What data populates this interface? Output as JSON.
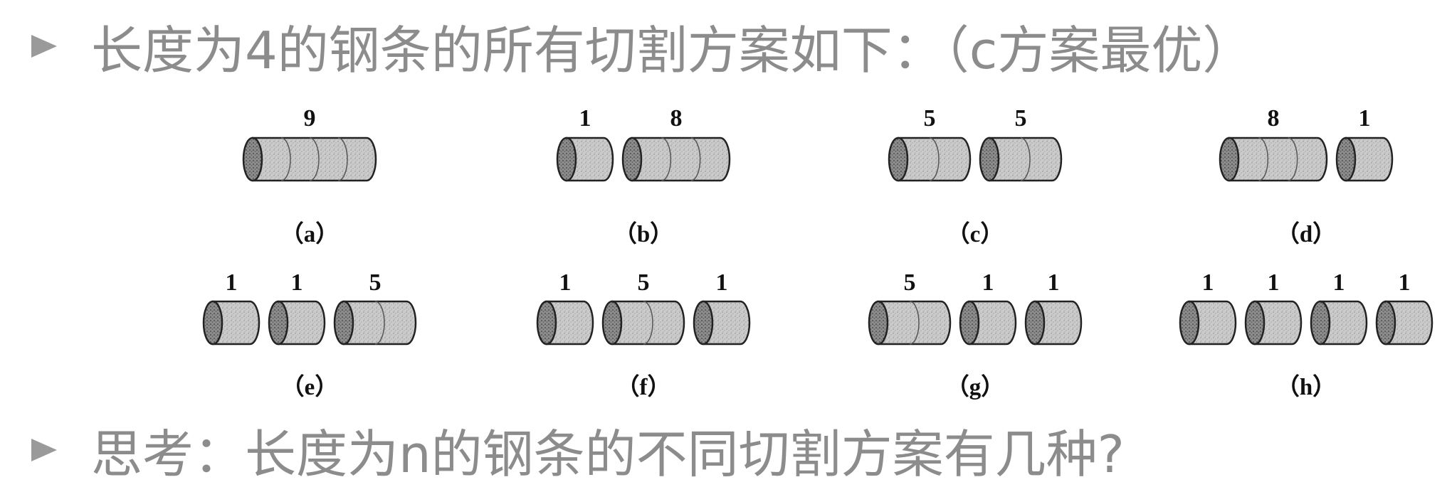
{
  "heading": "长度为4的钢条的所有切割方案如下：（c方案最优）",
  "question": "思考：长度为n的钢条的不同切割方案有几种?",
  "icons": {
    "bullet": "triangle-bullet-icon"
  },
  "colors": {
    "text_gray": "#8c8c8c",
    "rod_fill": "#c9c9c9",
    "rod_end": "#8a8a8a"
  },
  "schemes": [
    {
      "caption": "（a）",
      "pieces": [
        {
          "len": 4,
          "price": "9"
        }
      ]
    },
    {
      "caption": "（b）",
      "pieces": [
        {
          "len": 1,
          "price": "1"
        },
        {
          "len": 3,
          "price": "8"
        }
      ]
    },
    {
      "caption": "（c）",
      "pieces": [
        {
          "len": 2,
          "price": "5"
        },
        {
          "len": 2,
          "price": "5"
        }
      ]
    },
    {
      "caption": "（d）",
      "pieces": [
        {
          "len": 3,
          "price": "8"
        },
        {
          "len": 1,
          "price": "1"
        }
      ]
    },
    {
      "caption": "（e）",
      "pieces": [
        {
          "len": 1,
          "price": "1"
        },
        {
          "len": 1,
          "price": "1"
        },
        {
          "len": 2,
          "price": "5"
        }
      ]
    },
    {
      "caption": "（f）",
      "pieces": [
        {
          "len": 1,
          "price": "1"
        },
        {
          "len": 2,
          "price": "5"
        },
        {
          "len": 1,
          "price": "1"
        }
      ]
    },
    {
      "caption": "（g）",
      "pieces": [
        {
          "len": 2,
          "price": "5"
        },
        {
          "len": 1,
          "price": "1"
        },
        {
          "len": 1,
          "price": "1"
        }
      ]
    },
    {
      "caption": "（h）",
      "pieces": [
        {
          "len": 1,
          "price": "1"
        },
        {
          "len": 1,
          "price": "1"
        },
        {
          "len": 1,
          "price": "1"
        },
        {
          "len": 1,
          "price": "1"
        }
      ]
    }
  ]
}
